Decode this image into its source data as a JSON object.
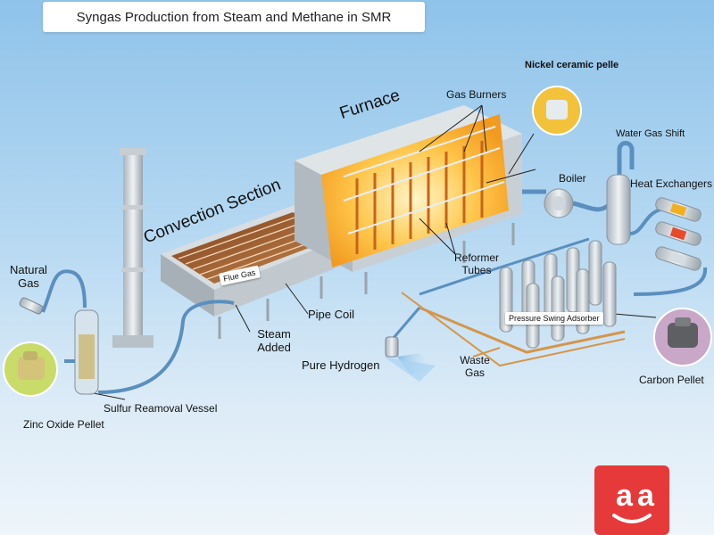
{
  "title": "Syngas Production from Steam and Methane in SMR",
  "labels": {
    "furnace": "Furnace",
    "convection_section": "Convection Section",
    "gas_burners": "Gas Burners",
    "nickel_pellet": "Nickel ceramic pelle",
    "water_gas_shift": "Water Gas Shift",
    "boiler": "Boiler",
    "heat_exchangers": "Heat Exchangers",
    "reformer_tubes_1": "Reformer",
    "reformer_tubes_2": "Tubes",
    "natural_gas_1": "Natural",
    "natural_gas_2": "Gas",
    "flue_gas": "Flue Gas",
    "pipe_coil": "Pipe Coil",
    "steam_added_1": "Steam",
    "steam_added_2": "Added",
    "pure_hydrogen": "Pure Hydrogen",
    "waste_gas_1": "Waste",
    "waste_gas_2": "Gas",
    "pressure_swing_adsorber": "Pressure Swing Adsorber",
    "carbon_pellet": "Carbon Pellet",
    "sulfur_vessel": "Sulfur Reamoval Vessel",
    "zinc_oxide_pellet": "Zinc Oxide Pellet"
  },
  "colors": {
    "pipe_blue": "#5a8fbf",
    "pipe_copper": "#d4964a",
    "furnace_glow": "#ffb52e",
    "logo_red": "#e63a3a"
  },
  "logo_icon": "aa-smile-logo-icon"
}
